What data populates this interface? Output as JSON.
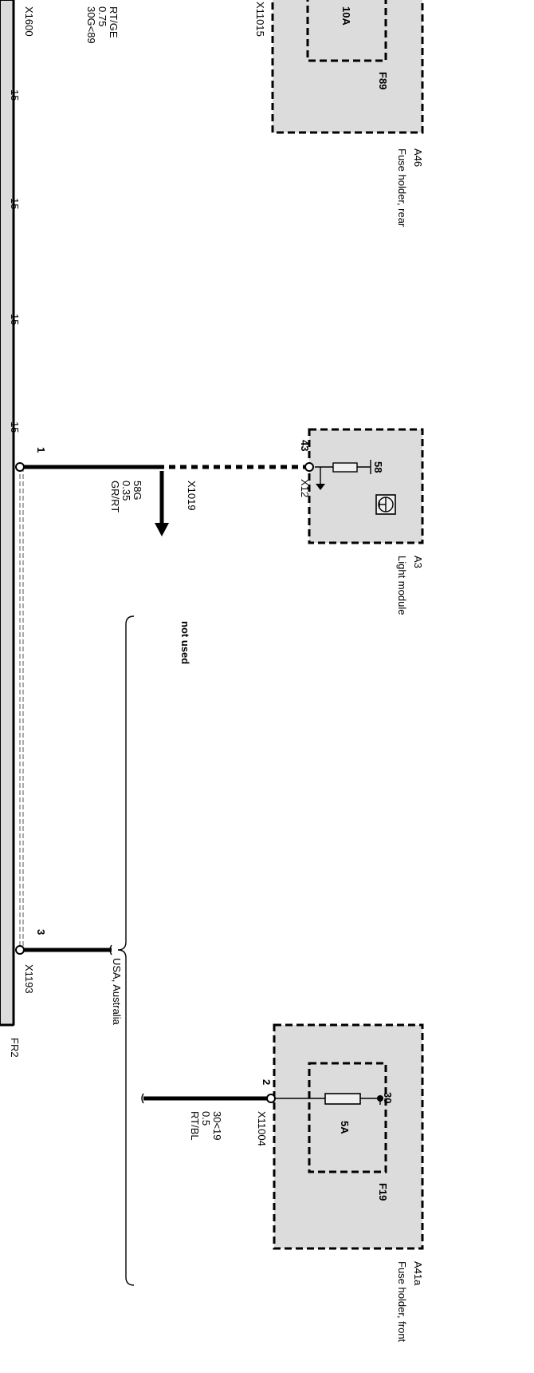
{
  "components": {
    "a46": {
      "id": "A46",
      "name": "Fuse holder, rear",
      "fuse_id": "F89",
      "fuse_rating": "10A",
      "connector": "X11015"
    },
    "a3": {
      "id": "A3",
      "name": "Light module",
      "pin": "43",
      "terminal": "58",
      "connector": "X12",
      "branch_connector": "X1019"
    },
    "a41a": {
      "id": "A41a",
      "name": "Fuse holder, front",
      "fuse_id": "F19",
      "fuse_rating": "5A",
      "terminal": "30",
      "pin": "2",
      "connector": "X11004"
    }
  },
  "wires": {
    "top_left": {
      "signal": "30G<89",
      "gauge": "0.75",
      "color": "RT/GE"
    },
    "w58g": {
      "signal": "58G",
      "gauge": "0.35",
      "color": "GR/RT"
    },
    "w30": {
      "signal": "30<19",
      "gauge": "0.5",
      "color": "RT/BL"
    }
  },
  "bus": {
    "connector": "X1600",
    "marks": [
      "15",
      "15",
      "15",
      "15"
    ],
    "pin1": "1",
    "pin3": "3",
    "end_connector": "X1193",
    "end_label": "FR2"
  },
  "annotations": {
    "not_used": "not used",
    "usa": "USA, Australia"
  }
}
